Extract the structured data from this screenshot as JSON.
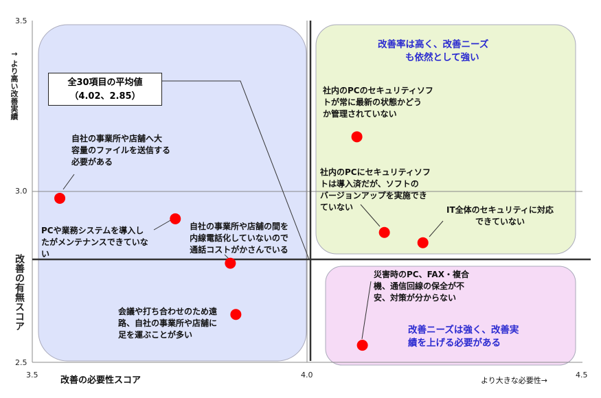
{
  "chart_data": {
    "type": "scatter",
    "xlabel": "改善の必要性スコア",
    "xlabel_right": "より大きな必要性→",
    "ylabel": "改善の有無スコア",
    "ylabel_top": "↑ より高い改善実績",
    "xlim": [
      3.5,
      4.5
    ],
    "ylim": [
      2.5,
      3.5
    ],
    "xticks": [
      "3.5",
      "4.0",
      "4.5"
    ],
    "yticks": [
      "2.5",
      "3.0",
      "3.5"
    ],
    "average_label": [
      "全30項目の平均値",
      "（4.02、2.85）"
    ],
    "reference_lines": {
      "x": 4.0,
      "y": 2.8
    },
    "quadrant_labels": [
      "改善率は高く、改善ニーズ",
      "も依然として強い",
      "改善ニーズは強く、改善実",
      "績を上げる必要がある"
    ],
    "points": [
      {
        "x": 3.55,
        "y": 2.98,
        "label": [
          "自社の事業所や店舗へ大",
          "容量のファイルを送信する",
          "必要がある"
        ]
      },
      {
        "x": 3.76,
        "y": 2.92,
        "label": [
          "PCや業務システムを導入し",
          "たがメンテナンスできていな",
          "い"
        ]
      },
      {
        "x": 3.86,
        "y": 2.79,
        "label": [
          "自社の事業所や店舗の間を",
          "内線電話化していないので",
          "通話コストがかさんでいる"
        ]
      },
      {
        "x": 3.87,
        "y": 2.64,
        "label": [
          "会議や打ち合わせのため遠",
          "路、自社の事業所や店舗に",
          "足を運ぶことが多い"
        ]
      },
      {
        "x": 4.09,
        "y": 3.16,
        "label": [
          "社内のPCのセキュリティソフ",
          "トが常に最新の状態かどう",
          "か管理されていない"
        ]
      },
      {
        "x": 4.14,
        "y": 2.88,
        "label": [
          "社内のPCにセキュリティソフ",
          "トは導入済だが、ソフトの",
          "バージョンアップを実施でき",
          "ていない"
        ]
      },
      {
        "x": 4.21,
        "y": 2.85,
        "label": [
          "IT全体のセキュリティに対応",
          "できていない"
        ]
      },
      {
        "x": 4.1,
        "y": 2.55,
        "label": [
          "災害時のPC、FAX・複合",
          "機、通信回線の保全が不",
          "安、対策が分からない"
        ]
      }
    ],
    "colors": {
      "point": "#ff0000",
      "q_blue": "#dde3fb",
      "q_green": "#ecf5d3",
      "q_pink": "#f6dbf6",
      "quadrant_text": "#2a2ad0"
    }
  }
}
